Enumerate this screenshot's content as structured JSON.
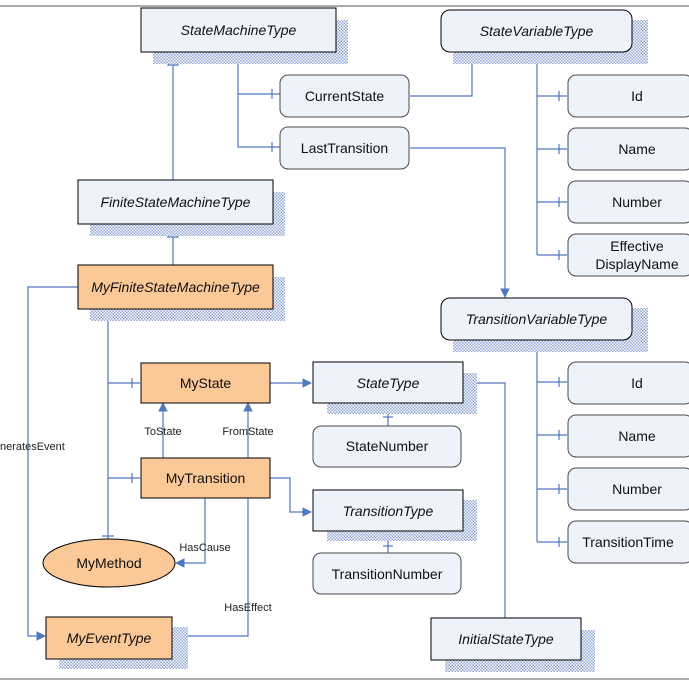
{
  "types": {
    "state_machine_type": "StateMachineType",
    "state_variable_type": "StateVariableType",
    "finite_state_machine_type": "FiniteStateMachineType",
    "my_finite_state_machine_type": "MyFiniteStateMachineType",
    "transition_variable_type": "TransitionVariableType",
    "state_type": "StateType",
    "transition_type": "TransitionType",
    "initial_state_type": "InitialStateType",
    "my_event_type": "MyEventType"
  },
  "instances": {
    "current_state": "CurrentState",
    "last_transition": "LastTransition",
    "my_state": "MyState",
    "my_transition": "MyTransition",
    "state_number": "StateNumber",
    "transition_number": "TransitionNumber",
    "my_method": "MyMethod"
  },
  "state_variable_props": {
    "id": "Id",
    "name": "Name",
    "number": "Number",
    "effective_display_name_line1": "Effective",
    "effective_display_name_line2": "DisplayName"
  },
  "transition_variable_props": {
    "id": "Id",
    "name": "Name",
    "number": "Number",
    "transition_time": "TransitionTime"
  },
  "references": {
    "to_state": "ToState",
    "from_state": "FromState",
    "has_cause": "HasCause",
    "has_effect": "HasEffect",
    "generates_event": "neratesEvent"
  },
  "colors": {
    "type_fill": "#eef2fa",
    "custom_fill": "#fbc997",
    "connector": "#4f79bd",
    "shadow": "#8fa6d4"
  }
}
